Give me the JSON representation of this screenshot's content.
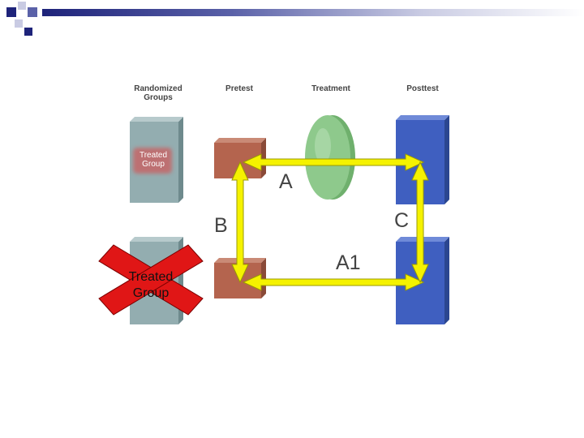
{
  "headers": {
    "randomized": [
      "Randomized",
      "Groups"
    ],
    "pretest": "Pretest",
    "treatment": "Treatment",
    "posttest": "Posttest"
  },
  "paths": {
    "a": "A",
    "a1": "A1",
    "b": "B",
    "c": "C"
  },
  "groups": {
    "top_label": [
      "Treated",
      "Group"
    ],
    "bottom_label": [
      "Treated",
      "Group"
    ],
    "bottom_crossed_out": true
  },
  "colors": {
    "accent_navy": "#1e237a",
    "arrow_yellow": "#f5f200",
    "pretest_box": "#b4644e",
    "posttest_box": "#3f5fc0",
    "group_box": "#93adb0",
    "treatment_lens": "#8ec98c",
    "cross_red": "#e01616"
  }
}
